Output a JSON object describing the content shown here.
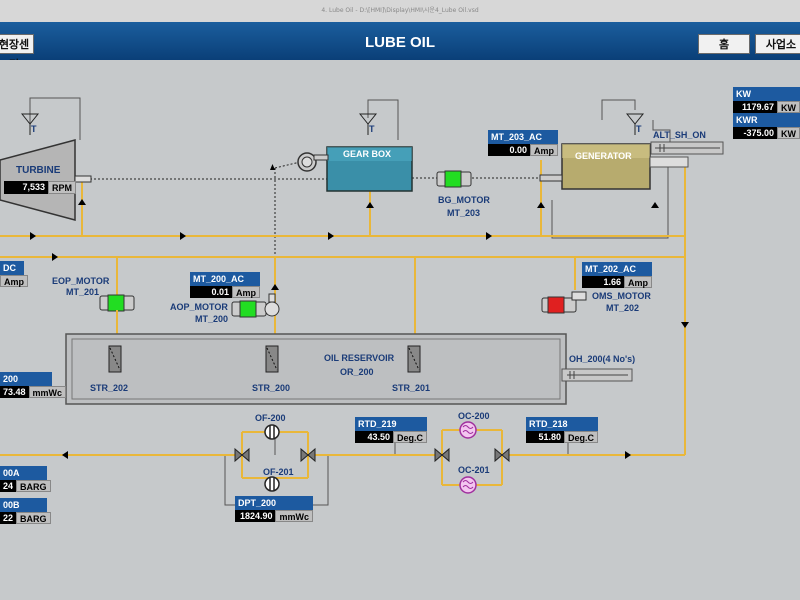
{
  "window": {
    "title": "4. Lube Oil - D:\\[HMI]\\Display\\HMI\\시운4_Lube Oil.vsd"
  },
  "header": {
    "title": "LUBE OIL",
    "left_button": "현장센터",
    "home_button": "홈",
    "site_button": "사업소"
  },
  "colors": {
    "pipe": "#e9b73a",
    "header_blue": "#1d5aa0",
    "motor_on": "#22dd22",
    "motor_off": "#e02020"
  },
  "equipment": {
    "turbine": {
      "label": "TURBINE",
      "value": "7,533",
      "unit": "RPM"
    },
    "gearbox": {
      "label": "GEAR BOX"
    },
    "generator": {
      "label": "GENERATOR"
    },
    "reservoir": {
      "label": "OIL RESERVOIR",
      "id": "OR_200"
    },
    "strainers": [
      "STR_202",
      "STR_200",
      "STR_201"
    ],
    "filters": [
      "OF-200",
      "OF-201"
    ],
    "coolers": [
      "OC-200",
      "OC-201"
    ],
    "heater": "OH_200(4 No's)",
    "alt_shaft": "ALT_SH_ON"
  },
  "motors": {
    "eop": {
      "label1": "EOP_MOTOR",
      "label2": "MT_201",
      "state": "on"
    },
    "aop": {
      "label1": "AOP_MOTOR",
      "label2": "MT_200",
      "state": "on"
    },
    "bg": {
      "label1": "BG_MOTOR",
      "label2": "MT_203",
      "state": "on"
    },
    "oms": {
      "label1": "OMS_MOTOR",
      "label2": "MT_202",
      "state": "off"
    }
  },
  "tags": {
    "mt203": {
      "name": "MT_203_AC",
      "value": "0.00",
      "unit": "Amp"
    },
    "mt200": {
      "name": "MT_200_AC",
      "value": "0.01",
      "unit": "Amp"
    },
    "mt202": {
      "name": "MT_202_AC",
      "value": "1.66",
      "unit": "Amp"
    },
    "kw": {
      "name": "KW",
      "value": "1179.67",
      "unit": "KW"
    },
    "kwr": {
      "name": "KWR",
      "value": "-375.00",
      "unit": "KW"
    },
    "rtd219": {
      "name": "RTD_219",
      "value": "43.50",
      "unit": "Deg.C"
    },
    "rtd218": {
      "name": "RTD_218",
      "value": "51.80",
      "unit": "Deg.C"
    },
    "dpt200": {
      "name": "DPT_200",
      "value": "1824.90",
      "unit": "mmWc"
    },
    "left_ac": {
      "name": "DC",
      "unit": "Amp"
    },
    "left_level": {
      "name": "200",
      "value": "73.48",
      "unit": "mmWc"
    },
    "left_a": {
      "name": "00A",
      "value": "24",
      "unit": "BARG"
    },
    "left_b": {
      "name": "00B",
      "value": "22",
      "unit": "BARG"
    }
  },
  "vents": {
    "label": "T"
  }
}
